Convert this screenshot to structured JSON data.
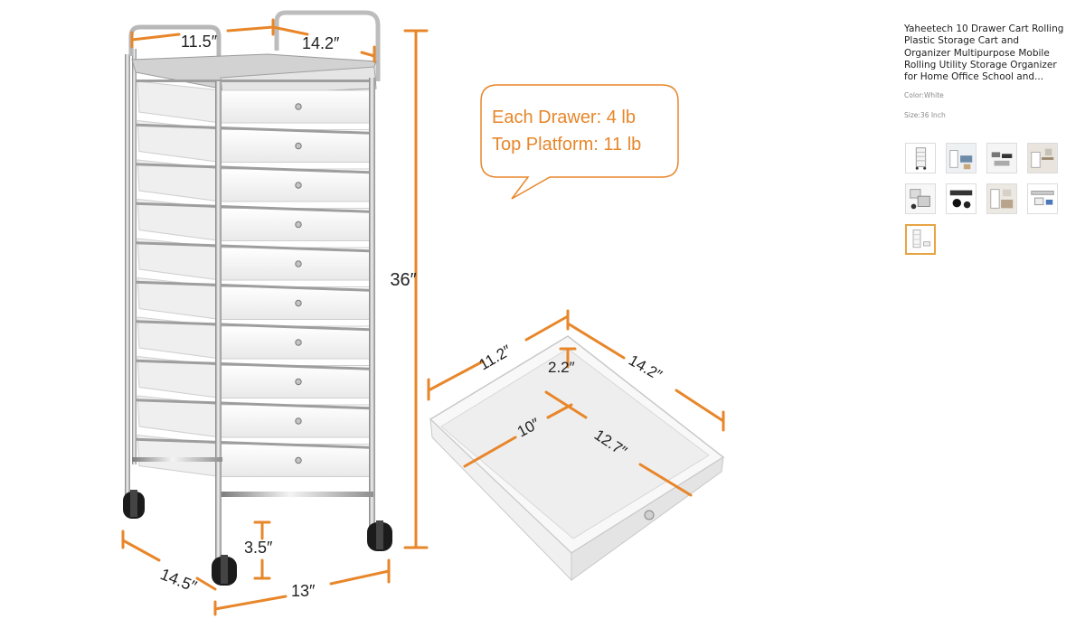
{
  "product": {
    "title": "Yaheetech 10 Drawer Cart Rolling Plastic Storage Cart and Organizer Multipurpose Mobile Rolling Utility Storage Organizer for Home Office School and...",
    "color_label": "Color:White",
    "size_label": "Size:36 Inch"
  },
  "image": {
    "callout_line1": "Each Drawer: 4 lb",
    "callout_line2": "Top Platform: 11 lb",
    "cart_width_top": "11.5″",
    "cart_depth_top": "14.2″",
    "cart_height": "36″",
    "cart_bottom_depth": "14.5″",
    "cart_bottom_width": "13″",
    "cart_clearance": "3.5″",
    "drawer_width": "11.2″",
    "drawer_length": "14.2″",
    "drawer_height": "2.2″",
    "drawer_inner_width": "10″",
    "drawer_inner_length": "12.7″",
    "accent_color": "#e8862a"
  },
  "thumbnails": [
    {
      "icon": "thumb-cart-icon"
    },
    {
      "icon": "thumb-room-icon"
    },
    {
      "icon": "thumb-items-icon"
    },
    {
      "icon": "thumb-office-icon"
    },
    {
      "icon": "thumb-parts-icon"
    },
    {
      "icon": "thumb-wheel-icon"
    },
    {
      "icon": "thumb-living-icon"
    },
    {
      "icon": "thumb-dimensions-icon"
    },
    {
      "icon": "thumb-white-cart-icon"
    }
  ]
}
